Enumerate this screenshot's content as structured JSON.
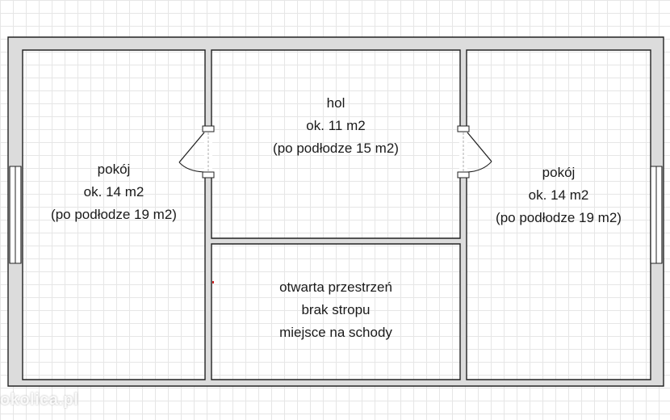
{
  "rooms": {
    "left": {
      "name": "pokój",
      "area": "ok. 14 m2",
      "floor_area": "(po podłodze 19 m2)"
    },
    "hall": {
      "name": "hol",
      "area": "ok. 11 m2",
      "floor_area": "(po podłodze 15 m2)"
    },
    "open_space": {
      "line1": "otwarta przestrzeń",
      "line2": "brak stropu",
      "line3": "miejsce na schody"
    },
    "right": {
      "name": "pokój",
      "area": "ok. 14 m2",
      "floor_area": "(po podłodze 19 m2)"
    }
  },
  "watermark": "okolica.pl",
  "colors": {
    "wall_fill": "#dcdcdc",
    "wall_line": "#222222",
    "grid": "#e6e6e6"
  }
}
